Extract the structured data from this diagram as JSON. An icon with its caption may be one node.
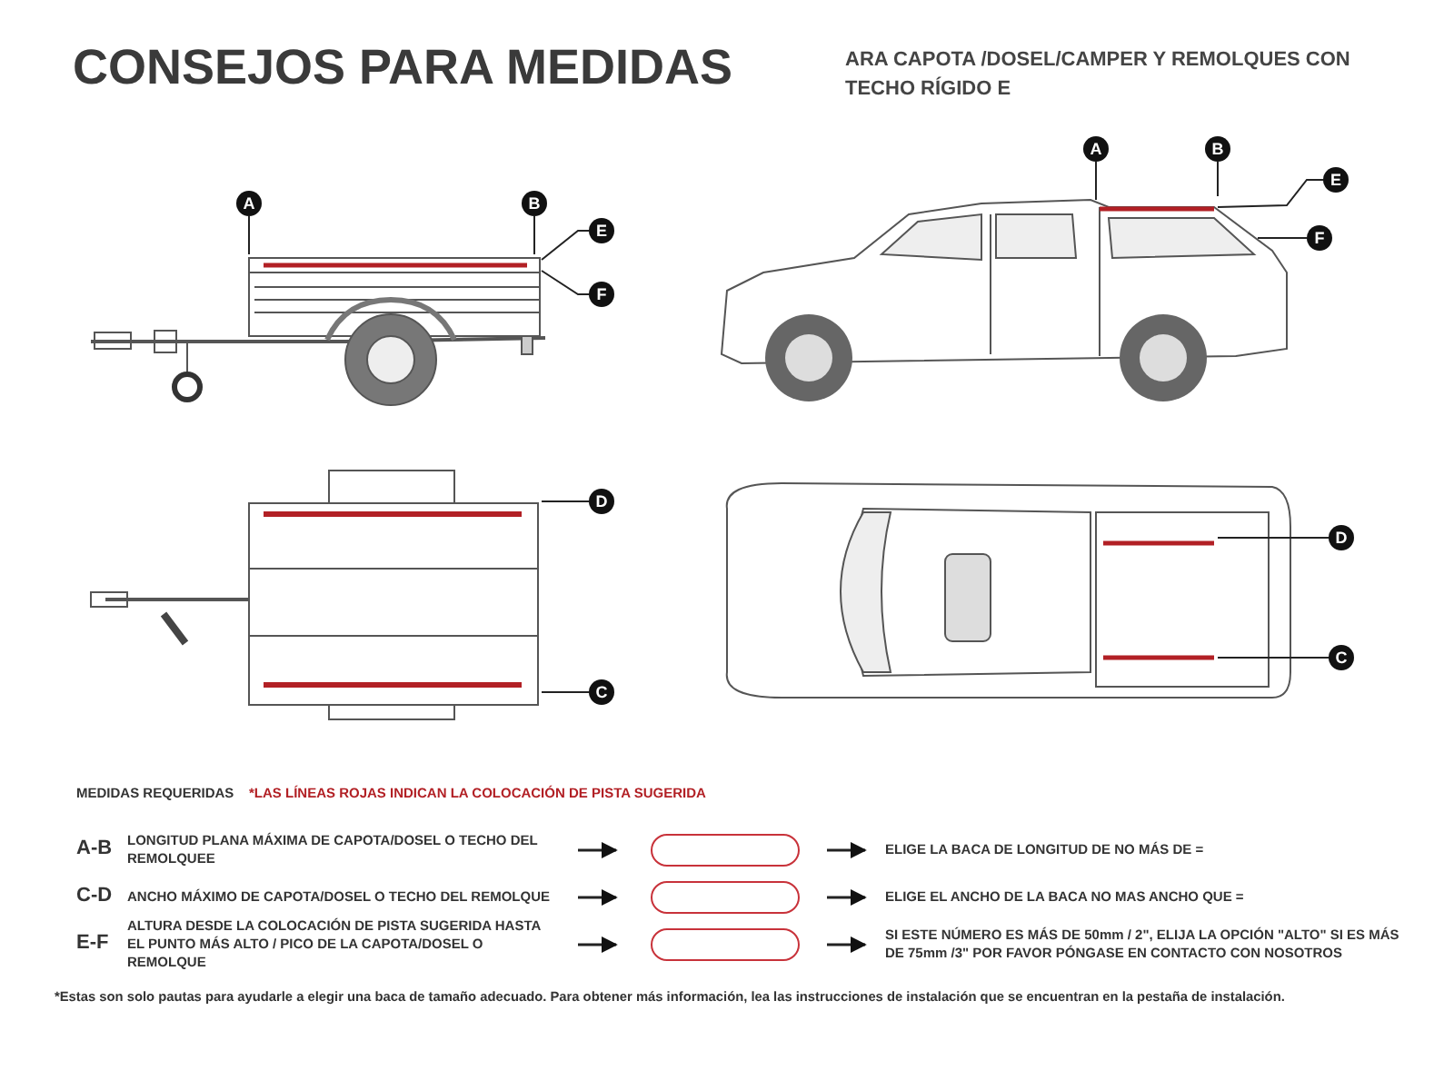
{
  "diagram": {
    "title": "CONSEJOS PARA MEDIDAS",
    "caption": "*Estas son solo pautas para ayudarle a elegir una baca de tamaño adecuado. Para obtener más información, lea las instrucciones de instalación que se encuentran en la pestaña de instalación.",
    "nodes": [
      {
        "text": [
          "A"
        ]
      },
      {
        "text": [
          "B"
        ]
      },
      {
        "text": [
          "E"
        ]
      },
      {
        "text": [
          "F"
        ]
      },
      {
        "text": [
          "A"
        ]
      },
      {
        "text": [
          "B"
        ]
      },
      {
        "text": [
          "E"
        ]
      },
      {
        "text": [
          "F"
        ]
      },
      {
        "text": [
          "D"
        ]
      },
      {
        "text": [
          "C"
        ]
      },
      {
        "text": [
          "D"
        ]
      },
      {
        "text": [
          "C"
        ]
      },
      {
        "text": [],
        "shape": "picture"
      },
      {
        "text": [],
        "shape": "picture"
      },
      {
        "text": [],
        "shape": "picture"
      },
      {
        "text": [],
        "shape": "picture"
      }
    ],
    "edges": [
      {
        "from": 0,
        "to": 12,
        "arrow": "none"
      },
      {
        "from": 1,
        "to": 12,
        "arrow": "none"
      },
      {
        "from": 2,
        "to": 12,
        "arrow": "none"
      },
      {
        "from": 3,
        "to": 12,
        "arrow": "none"
      },
      {
        "from": 4,
        "to": 13,
        "arrow": "none"
      },
      {
        "from": 5,
        "to": 13,
        "arrow": "none"
      },
      {
        "from": 6,
        "to": 13,
        "arrow": "none"
      },
      {
        "from": 7,
        "to": 13,
        "arrow": "none"
      },
      {
        "from": 8,
        "to": 14,
        "arrow": "none"
      },
      {
        "from": 9,
        "to": 14,
        "arrow": "none"
      },
      {
        "from": 10,
        "to": 15,
        "arrow": "none"
      },
      {
        "from": 11,
        "to": 15,
        "arrow": "none"
      }
    ],
    "labels": [
      "ARA CAPOTA /DOSEL/CAMPER Y REMOLQUES CON TECHO RÍGIDO E",
      "MEDIDAS REQUERIDAS",
      "*LAS LÍNEAS ROJAS INDICAN LA COLOCACIÓN DE PISTA SUGERIDA",
      "A-B",
      "LONGITUD PLANA MÁXIMA DE CAPOTA/DOSEL O TECHO DEL REMOLQUEE",
      "ELIGE LA BACA DE LONGITUD DE NO MÁS DE =",
      "C-D",
      "ANCHO MÁXIMO DE CAPOTA/DOSEL O TECHO DEL REMOLQUE",
      "ELIGE EL ANCHO DE LA BACA NO MAS ANCHO QUE =",
      "E-F",
      "ALTURA DESDE LA COLOCACIÓN DE PISTA SUGERIDA HASTA EL PUNTO MÁS ALTO / PICO DE LA CAPOTA/DOSEL O REMOLQUE",
      "SI ESTE NÚMERO ES MÁS DE 50mm / 2\", ELIJA LA OPCIÓN \"ALTO\" SI ES MÁS DE 75mm /3\" POR FAVOR PÓNGASE EN CONTACTO CON NOSOTROS"
    ]
  }
}
